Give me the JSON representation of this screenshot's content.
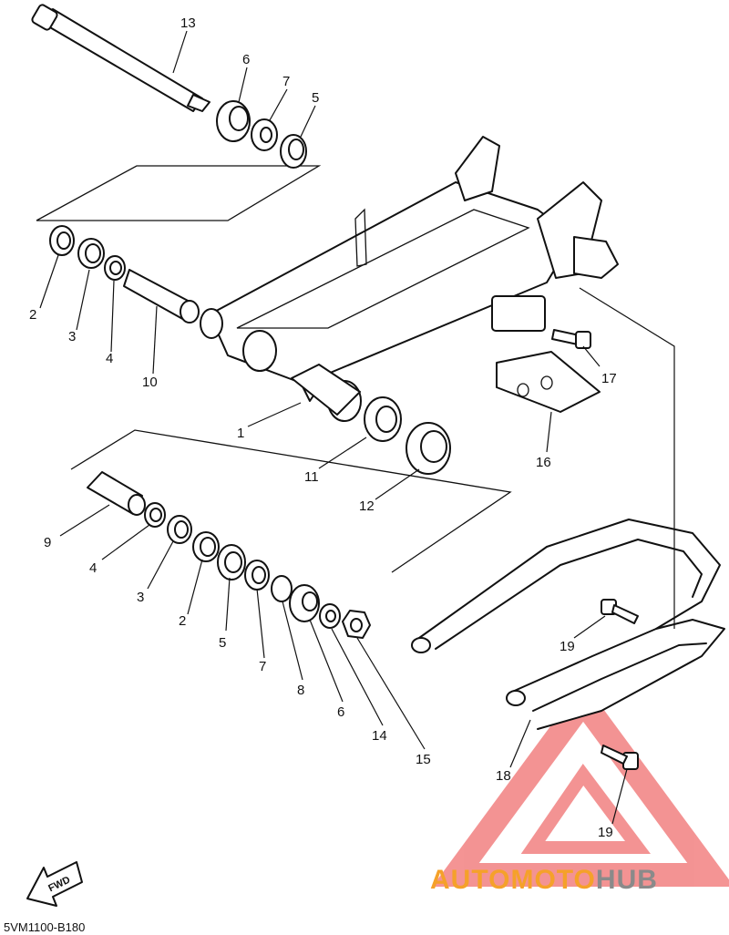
{
  "diagram_code": "5VM1100-B180",
  "fwd_label": "FWD",
  "callouts": {
    "c1": "1",
    "c2a": "2",
    "c2b": "2",
    "c3a": "3",
    "c3b": "3",
    "c4a": "4",
    "c4b": "4",
    "c5a": "5",
    "c5b": "5",
    "c6a": "6",
    "c6b": "6",
    "c7a": "7",
    "c7b": "7",
    "c8": "8",
    "c9": "9",
    "c10": "10",
    "c11": "11",
    "c12": "12",
    "c13": "13",
    "c14": "14",
    "c15": "15",
    "c16": "16",
    "c17": "17",
    "c18": "18",
    "c19a": "19",
    "c19b": "19"
  },
  "watermark": {
    "part1": "AUTO",
    "part2": "MOTO",
    "part3": "HUB",
    "triangle_color": "#f07070",
    "text_color": "#f5a12a",
    "hub_color": "#8a8a8a"
  }
}
